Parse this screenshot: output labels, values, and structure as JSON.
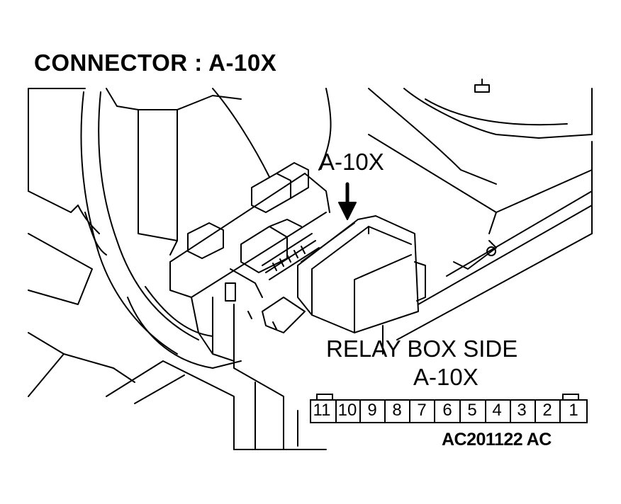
{
  "title": "CONNECTOR : A-10X",
  "callout_label": "A-10X",
  "relay_box": {
    "heading": "RELAY BOX SIDE",
    "connector_id": "A-10X",
    "pins": [
      "11",
      "10",
      "9",
      "8",
      "7",
      "6",
      "5",
      "4",
      "3",
      "2",
      "1"
    ]
  },
  "figure_code": "AC201122 AC",
  "colors": {
    "ink": "#000000",
    "paper": "#ffffff"
  }
}
